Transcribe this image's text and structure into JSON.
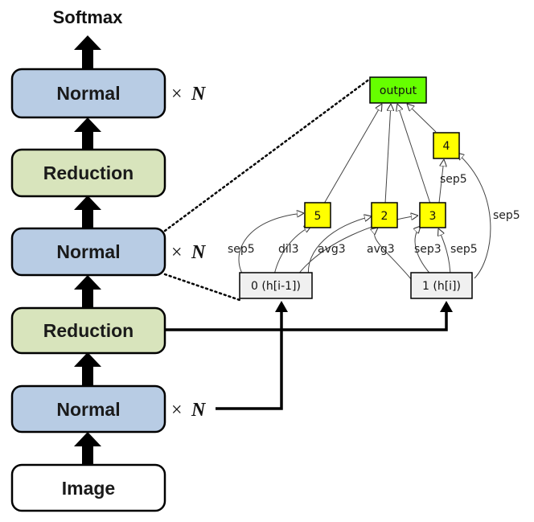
{
  "title": "Softmax",
  "blocks": [
    {
      "label": "Normal",
      "kind": "normal",
      "repeat": true
    },
    {
      "label": "Reduction",
      "kind": "reduction",
      "repeat": false
    },
    {
      "label": "Normal",
      "kind": "normal",
      "repeat": true
    },
    {
      "label": "Reduction",
      "kind": "reduction",
      "repeat": false
    },
    {
      "label": "Normal",
      "kind": "normal",
      "repeat": true
    },
    {
      "label": "Image",
      "kind": "input",
      "repeat": false
    }
  ],
  "multiplier": {
    "times": "×",
    "n": "N"
  },
  "cell": {
    "output": "output",
    "nodes": [
      {
        "id": "n5",
        "label": "5"
      },
      {
        "id": "n2",
        "label": "2"
      },
      {
        "id": "n3",
        "label": "3"
      },
      {
        "id": "n4",
        "label": "4"
      }
    ],
    "inputs": [
      {
        "id": "h0",
        "label": "0 (h[i-1])"
      },
      {
        "id": "h1",
        "label": "1 (h[i])"
      }
    ],
    "edge_labels": [
      {
        "id": "sep5-a",
        "text": "sep5"
      },
      {
        "id": "dil3",
        "text": "dil3"
      },
      {
        "id": "avg3-a",
        "text": "avg3"
      },
      {
        "id": "avg3-b",
        "text": "avg3"
      },
      {
        "id": "sep3",
        "text": "sep3"
      },
      {
        "id": "sep5-b",
        "text": "sep5"
      },
      {
        "id": "sep5-c",
        "text": "sep5"
      },
      {
        "id": "sep5-d",
        "text": "sep5"
      }
    ]
  },
  "colors": {
    "normal": "#b8cce4",
    "reduction": "#d8e4bc",
    "input": "#ffffff",
    "output": "#66ff00",
    "node": "#ffff00",
    "hidden": "#f0f0f0"
  }
}
